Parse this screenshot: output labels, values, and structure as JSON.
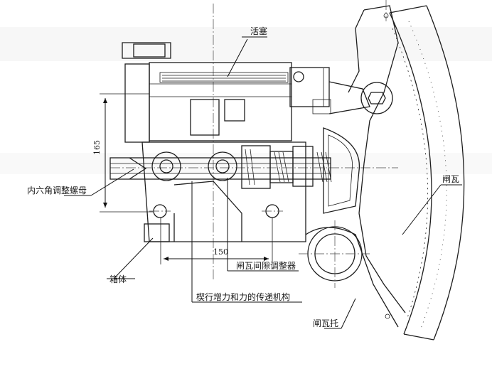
{
  "labels": {
    "piston": "活塞",
    "hex_nut": "内六角调整螺母",
    "gap_adjuster": "闸瓦间隙调整器",
    "housing": "箱体",
    "wedge_mechanism": "楔行增力和力的传递机构",
    "brake_shoe": "闸瓦",
    "shoe_holder": "闸瓦托"
  },
  "dimensions": {
    "height": "165",
    "width": "150"
  },
  "colors": {
    "line": "#1d1d1d",
    "background": "#ffffff"
  }
}
